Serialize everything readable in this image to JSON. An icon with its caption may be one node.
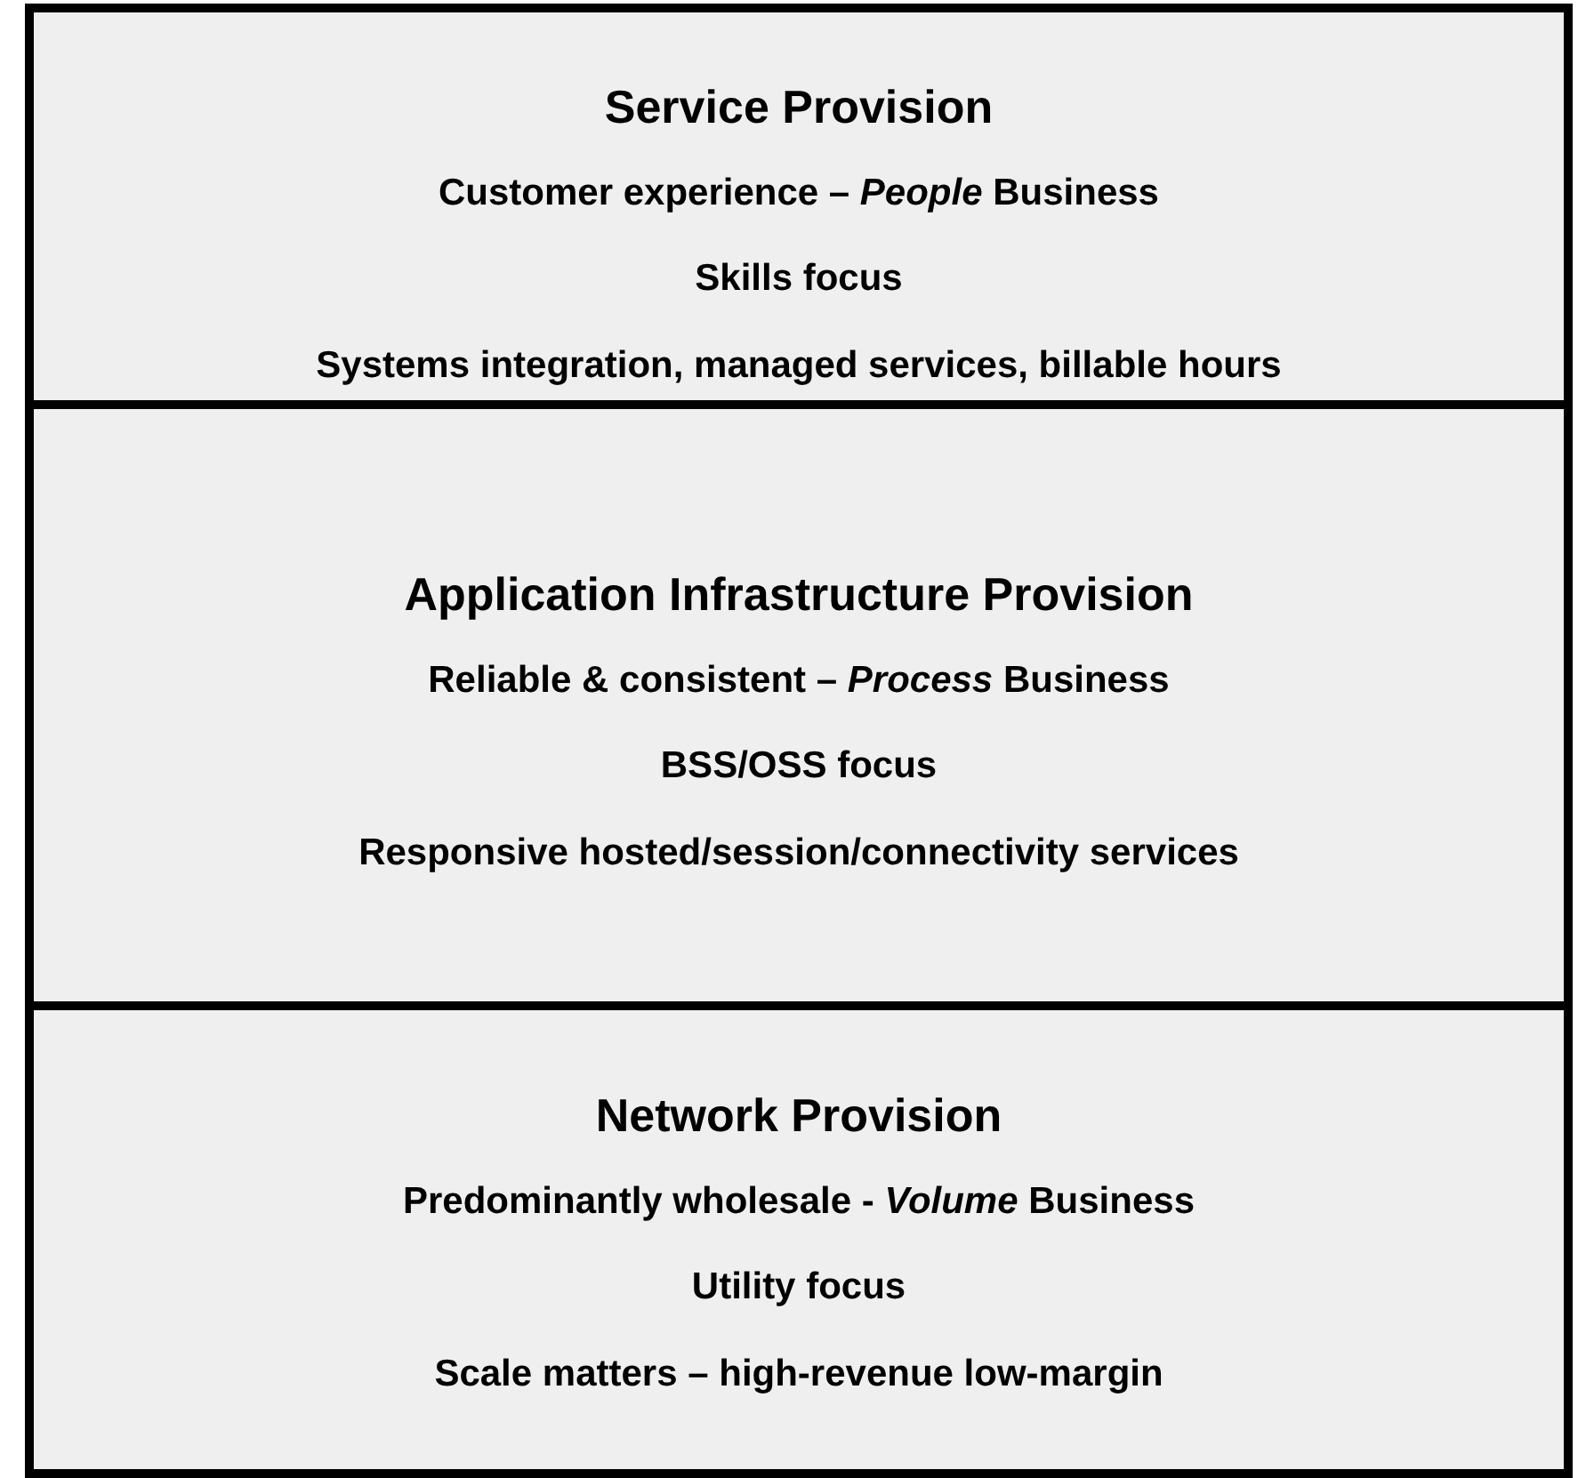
{
  "diagram": {
    "nodes": [
      {
        "text": [
          "Service Provision",
          "Customer experience – *People* Business",
          "Skills focus",
          "Systems integration, managed services, billable hours"
        ]
      },
      {
        "text": [
          "Application Infrastructure Provision",
          "Reliable & consistent – *Process* Business",
          "BSS/OSS focus",
          "Responsive hosted/session/connectivity services"
        ]
      },
      {
        "text": [
          "Network Provision",
          "Predominantly wholesale - *Volume* Business",
          "Utility focus",
          "Scale matters – high-revenue low-margin"
        ]
      }
    ]
  }
}
